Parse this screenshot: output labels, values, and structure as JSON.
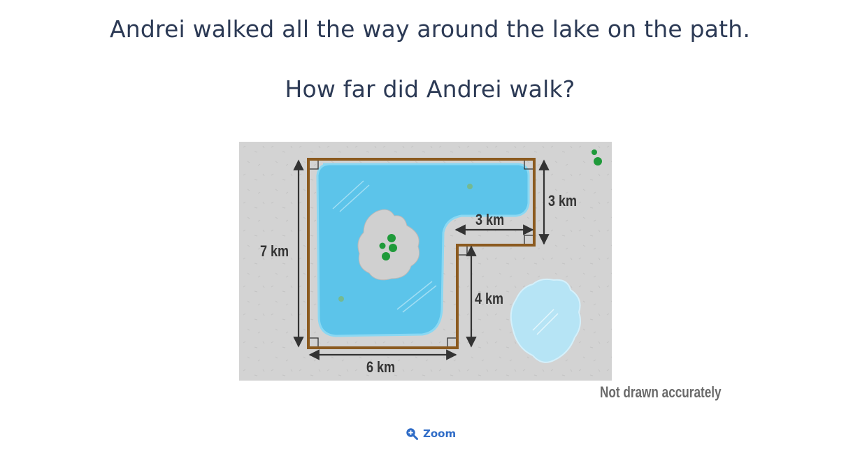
{
  "question": {
    "line1": "Andrei walked all the way around the lake on the path.",
    "line2": "How far did Andrei walk?"
  },
  "diagram": {
    "labels": {
      "left_height": "7 km",
      "bottom_width": "6 km",
      "top_right_height": "3 km",
      "notch_width": "3 km",
      "inner_height": "4 km"
    },
    "note": "Not drawn accurately"
  },
  "zoom": {
    "label": "Zoom",
    "icon": "zoom-in-icon"
  },
  "colors": {
    "text": "#2c3a55",
    "link": "#2f6cc7",
    "path": "#8b5a1f",
    "water": "#5cc4ea",
    "ground": "#d2d2d2"
  }
}
